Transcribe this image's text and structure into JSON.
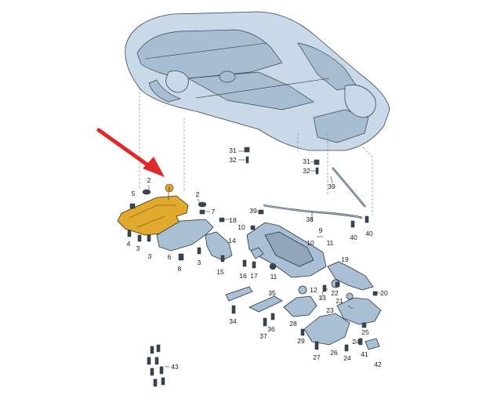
{
  "callouts": [
    {
      "id": "c1",
      "text": "1"
    },
    {
      "id": "c2a",
      "text": "2"
    },
    {
      "id": "c2b",
      "text": "2"
    },
    {
      "id": "c3a",
      "text": "3"
    },
    {
      "id": "c3b",
      "text": "3"
    },
    {
      "id": "c3c",
      "text": "3"
    },
    {
      "id": "c4",
      "text": "4"
    },
    {
      "id": "c5",
      "text": "5"
    },
    {
      "id": "c6",
      "text": "6"
    },
    {
      "id": "c7",
      "text": "7"
    },
    {
      "id": "c8",
      "text": "8"
    },
    {
      "id": "c9",
      "text": "9"
    },
    {
      "id": "c10a",
      "text": "10"
    },
    {
      "id": "c10b",
      "text": "10"
    },
    {
      "id": "c11a",
      "text": "11"
    },
    {
      "id": "c11b",
      "text": "11"
    },
    {
      "id": "c12",
      "text": "12"
    },
    {
      "id": "c13",
      "text": "13"
    },
    {
      "id": "c14",
      "text": "14"
    },
    {
      "id": "c15",
      "text": "15"
    },
    {
      "id": "c16",
      "text": "16"
    },
    {
      "id": "c17",
      "text": "17"
    },
    {
      "id": "c18",
      "text": "18"
    },
    {
      "id": "c19",
      "text": "19"
    },
    {
      "id": "c20",
      "text": "20"
    },
    {
      "id": "c21",
      "text": "21"
    },
    {
      "id": "c22",
      "text": "22"
    },
    {
      "id": "c23",
      "text": "23"
    },
    {
      "id": "c24a",
      "text": "24"
    },
    {
      "id": "c24b",
      "text": "24"
    },
    {
      "id": "c25",
      "text": "25"
    },
    {
      "id": "c26",
      "text": "26"
    },
    {
      "id": "c27",
      "text": "27"
    },
    {
      "id": "c28",
      "text": "28"
    },
    {
      "id": "c29",
      "text": "29"
    },
    {
      "id": "c31a",
      "text": "31"
    },
    {
      "id": "c31b",
      "text": "31"
    },
    {
      "id": "c32a",
      "text": "32"
    },
    {
      "id": "c32b",
      "text": "32"
    },
    {
      "id": "c34",
      "text": "34"
    },
    {
      "id": "c35",
      "text": "35"
    },
    {
      "id": "c36",
      "text": "36"
    },
    {
      "id": "c37",
      "text": "37"
    },
    {
      "id": "c38",
      "text": "38"
    },
    {
      "id": "c39a",
      "text": "39"
    },
    {
      "id": "c39b",
      "text": "39"
    },
    {
      "id": "c40a",
      "text": "40"
    },
    {
      "id": "c40b",
      "text": "40"
    },
    {
      "id": "c41",
      "text": "41"
    },
    {
      "id": "c42",
      "text": "42"
    },
    {
      "id": "c43",
      "text": "43"
    }
  ],
  "colors": {
    "highlight_part": "#e0aa2e",
    "pointer_arrow": "#e0282a",
    "part_fill": "#a9bfd3",
    "car_fill": "#c9d9e8"
  }
}
